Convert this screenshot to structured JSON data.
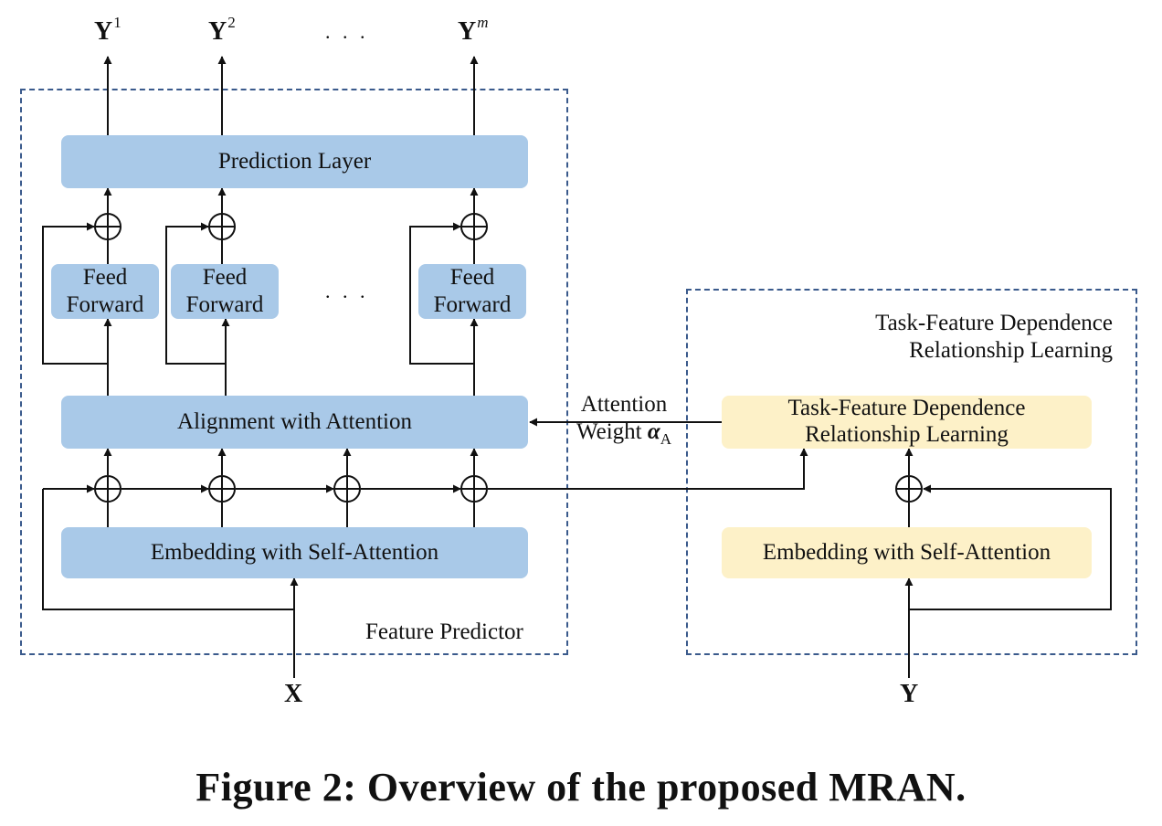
{
  "outputs": {
    "y1": {
      "base": "Y",
      "sup": "1"
    },
    "y2": {
      "base": "Y",
      "sup": "2"
    },
    "ellipsis": ". . .",
    "ym": {
      "base": "Y",
      "sup": "m"
    }
  },
  "feature_predictor": {
    "frame_label": "Feature Predictor",
    "prediction_layer": "Prediction Layer",
    "feed_forward": {
      "line1": "Feed",
      "line2": "Forward"
    },
    "ff_ellipsis": ". . .",
    "alignment": "Alignment with Attention",
    "embedding": "Embedding with Self-Attention",
    "input": "X"
  },
  "attention_weight": {
    "line1": "Attention",
    "line2": "Weight",
    "symbol": "α",
    "subscript": "A"
  },
  "dependence_module": {
    "frame_label_line1": "Task-Feature Dependence",
    "frame_label_line2": "Relationship Learning",
    "block_line1": "Task-Feature Dependence",
    "block_line2": "Relationship Learning",
    "embedding": "Embedding with Self-Attention",
    "input": "Y"
  },
  "caption": "Figure 2:  Overview of the proposed MRAN.",
  "colors": {
    "blue_block": "#a9c9e8",
    "yellow_block": "#fdf1c8",
    "frame_dash": "#3a5a8c",
    "line": "#111111"
  }
}
